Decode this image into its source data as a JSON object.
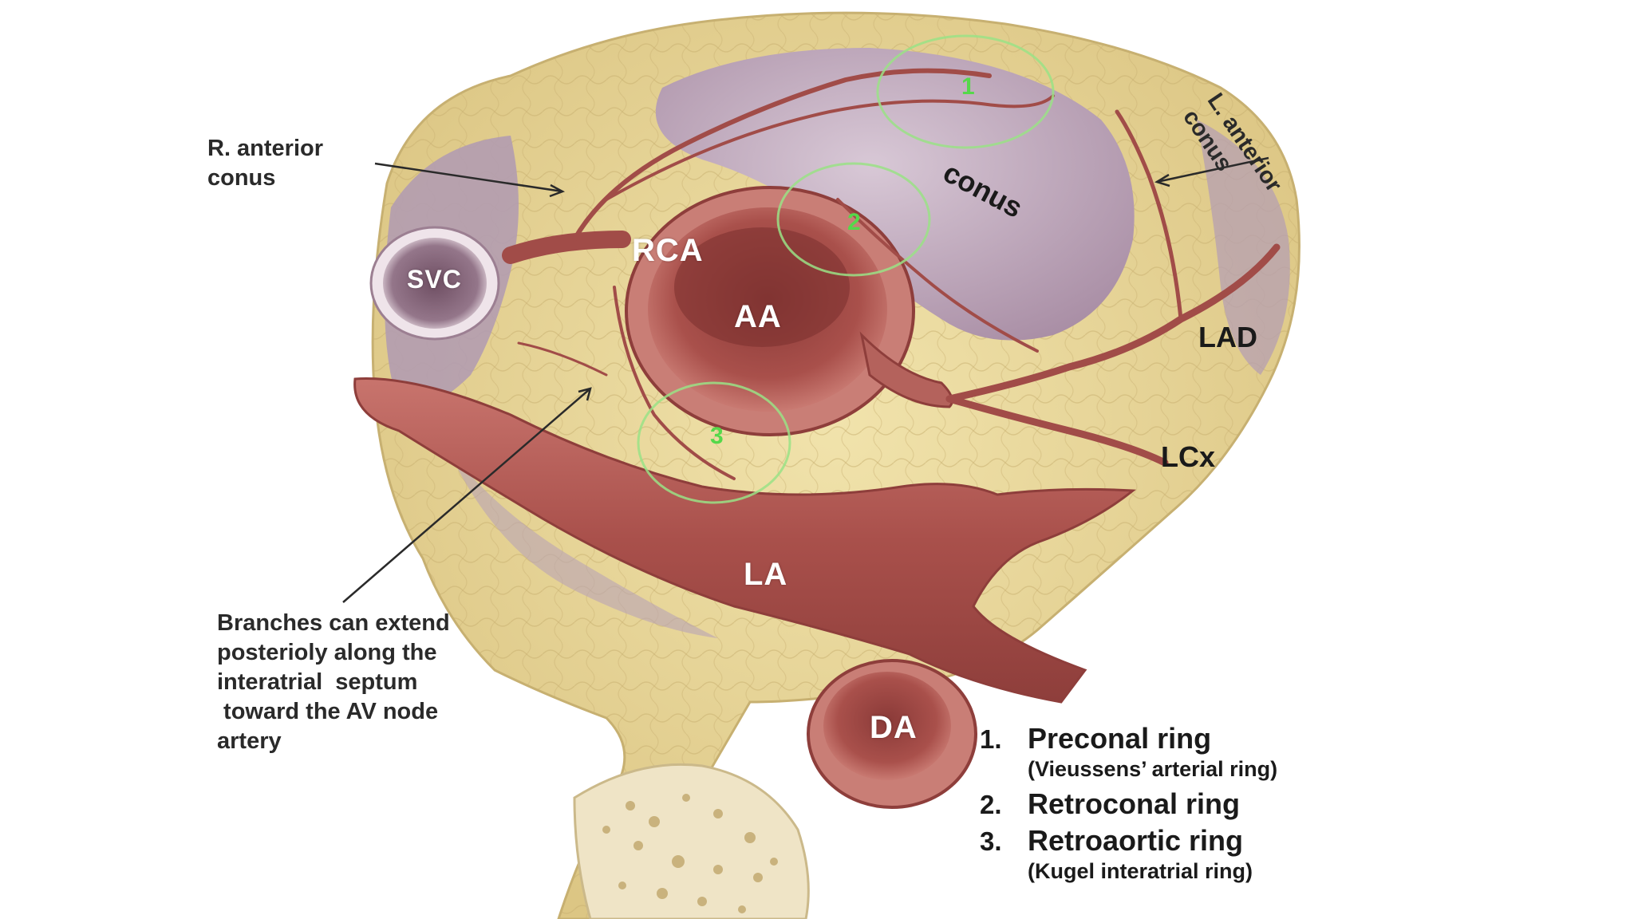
{
  "labels": {
    "r_anterior_conus": "R. anterior\nconus",
    "l_anterior_conus": "L. anterior\nconus",
    "conus": "conus",
    "svc": "SVC",
    "rca": "RCA",
    "aa": "AA",
    "lad": "LAD",
    "lcx": "LCx",
    "la": "LA",
    "da": "DA",
    "branches_note": "Branches can extend\nposterioly along the\ninteratrial  septum\n toward the AV node\nartery"
  },
  "ring_markers": [
    "1",
    "2",
    "3"
  ],
  "legend": [
    {
      "num": "1.",
      "name": "Preconal ring",
      "sub": "(Vieussens’ arterial  ring)"
    },
    {
      "num": "2.",
      "name": "Retroconal ring",
      "sub": ""
    },
    {
      "num": "3.",
      "name": "Retroaortic ring",
      "sub": "(Kugel interatrial  ring)"
    }
  ],
  "colors": {
    "fat": "#e8d79a",
    "conus": "#b9a3b6",
    "artery": "#b8605a",
    "ring": "#7fe06a"
  }
}
